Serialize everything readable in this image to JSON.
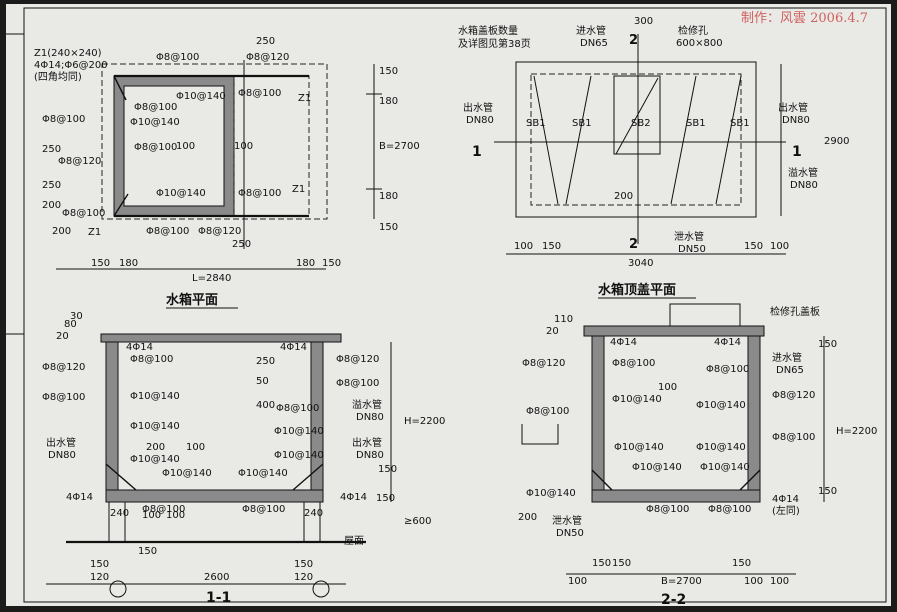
{
  "watermark": "制作：风雲 2006.4.7",
  "plan": {
    "title": "水箱平面",
    "label_z1_spec": "Z1(240×240)",
    "label_z1_rebar": "4Φ14;Φ6@200",
    "label_z1_note": "(四角均同)",
    "z1": "Z1",
    "r_8_100": "Φ8@100",
    "r_8_120": "Φ8@120",
    "r_10_140": "Φ10@140",
    "d100": "100",
    "d150": "150",
    "d180": "180",
    "d200": "200",
    "d250": "250",
    "b_dim": "B=2700",
    "l_dim": "L=2840"
  },
  "top": {
    "title": "水箱顶盖平面",
    "cover_note1": "水箱盖板数量",
    "cover_note2": "及详图见第38页",
    "inlet": "进水管",
    "dn65": "DN65",
    "access": "检修孔",
    "access_size": "600×800",
    "outlet": "出水管",
    "dn80": "DN80",
    "overflow": "溢水管",
    "drain": "泄水管",
    "dn50": "DN50",
    "sb1": "SB1",
    "sb2": "SB2",
    "cut1": "1",
    "cut2": "2",
    "d300": "300",
    "d2900": "2900",
    "d3040": "3040",
    "d200": "200",
    "d100": "100",
    "d150": "150"
  },
  "sec1": {
    "title": "1-1",
    "r_4_14": "4Φ14",
    "r_8_100": "Φ8@100",
    "r_8_120": "Φ8@120",
    "r_10_140": "Φ10@140",
    "overflow": "溢水管",
    "outlet": "出水管",
    "dn80": "DN80",
    "roof": "屋面",
    "h_dim": "H=2200",
    "ge600": "≥600",
    "w2600": "2600",
    "d20": "20",
    "d80": "80",
    "d30": "30",
    "d250": "250",
    "d50": "50",
    "d400": "400",
    "d100": "100",
    "d150": "150",
    "d200": "200",
    "d240": "240",
    "d120": "120"
  },
  "sec2": {
    "title": "2-2",
    "cover": "检修孔盖板",
    "inlet": "进水管",
    "dn65": "DN65",
    "drain": "泄水管",
    "dn50": "DN50",
    "r_4_14": "4Φ14",
    "same_left": "(左同)",
    "r_8_100": "Φ8@100",
    "r_8_120": "Φ8@120",
    "r_10_140": "Φ10@140",
    "h_dim": "H=2200",
    "b_dim": "B=2700",
    "d20": "20",
    "d110": "110",
    "d100": "100",
    "d150": "150",
    "d200": "200"
  }
}
